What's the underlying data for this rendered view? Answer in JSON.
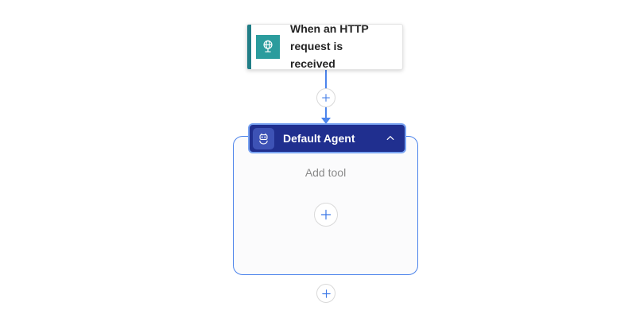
{
  "canvas": {
    "background": "#ffffff"
  },
  "trigger_card": {
    "title": "When an HTTP request is received",
    "icon": "globe-http-request-icon",
    "accent_color": "#217e87",
    "icon_bg": "#2b9c9d"
  },
  "connector": {
    "color": "#4c84ec",
    "insert_step_icon": "plus-icon"
  },
  "agent_card": {
    "title": "Default Agent",
    "icon": "agent-bot-icon",
    "header_bg": "#202f8f",
    "icon_bg": "#3d52b5",
    "selection_color": "#79a3f2",
    "border_color": "#4b83eb",
    "collapse_icon": "chevron-up-icon",
    "body": {
      "placeholder": "Add tool",
      "add_tool_icon": "plus-icon"
    }
  },
  "add_action_below": {
    "icon": "plus-icon",
    "plus_color": "#3b78e7"
  }
}
